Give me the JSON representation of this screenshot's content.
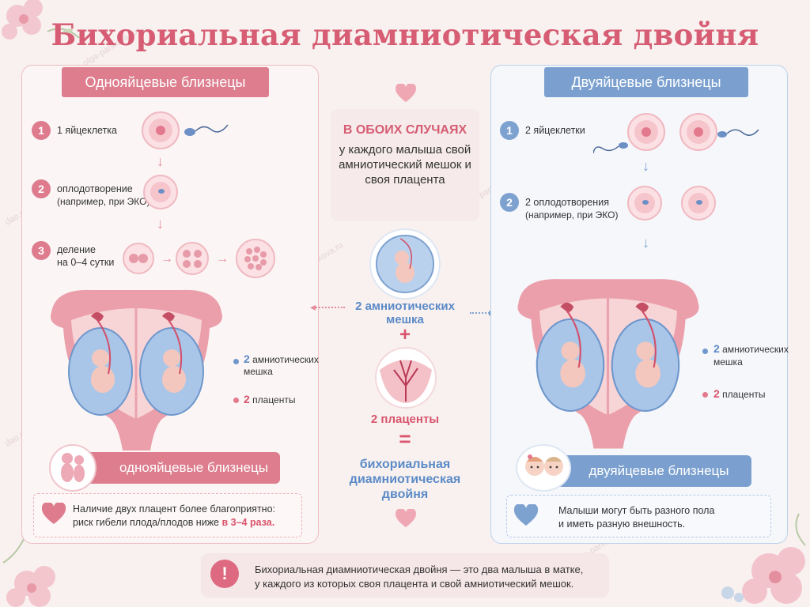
{
  "title": "Бихориальная диамниотическая двойня",
  "watermark": "dao.olga-pankova.ru",
  "left": {
    "header": "Однояйцевые близнецы",
    "steps": [
      {
        "num": "1",
        "text": "1 яйцеклетка"
      },
      {
        "num": "2",
        "text": "оплодотворение",
        "sub": "(например, при ЭКО)"
      },
      {
        "num": "3",
        "text": "деление",
        "sub": "на 0–4 сутки"
      }
    ],
    "label_sacs_num": "2",
    "label_sacs_text": "амниотических",
    "label_sacs_text2": "мешка",
    "label_placenta_num": "2",
    "label_placenta_text": "плаценты",
    "banner": "однояйцевые близнецы",
    "note_line1": "Наличие двух плацент более благоприятно:",
    "note_line2": "риск гибели плода/плодов ниже",
    "note_highlight": "в 3–4 раза."
  },
  "center": {
    "head": "В ОБОИХ СЛУЧАЯХ",
    "text": "у каждого малыша свой амниотический мешок и своя плацента",
    "sacs_label": "2 амниотических",
    "sacs_label2": "мешка",
    "plus": "+",
    "placenta_label": "2 плаценты",
    "equals": "=",
    "result1": "бихориальная",
    "result2": "диамниотическая",
    "result3": "двойня"
  },
  "right": {
    "header": "Двуяйцевые близнецы",
    "steps": [
      {
        "num": "1",
        "text": "2 яйцеклетки"
      },
      {
        "num": "2",
        "text": "2 оплодотворения",
        "sub": "(например, при ЭКО)"
      }
    ],
    "label_sacs_num": "2",
    "label_sacs_text": "амниотических",
    "label_sacs_text2": "мешка",
    "label_placenta_num": "2",
    "label_placenta_text": "плаценты",
    "banner": "двуяйцевые близнецы",
    "note_line1": "Малыши могут быть разного пола",
    "note_line2": "и иметь разную внешность."
  },
  "bottom": {
    "icon": "!",
    "line1": "Бихориальная диамниотическая двойня — это два малыша в матке,",
    "line2": "у каждого из которых своя плацента и свой амниотический мешок."
  },
  "colors": {
    "pink": "#d65d73",
    "blue": "#7ba0cf",
    "background": "#f8f1ef"
  },
  "icons": [
    "heart-icon",
    "egg-cell-icon",
    "sperm-icon",
    "uterus-icon",
    "fetus-icon",
    "placenta-icon",
    "exclamation-icon",
    "flower-icon"
  ]
}
